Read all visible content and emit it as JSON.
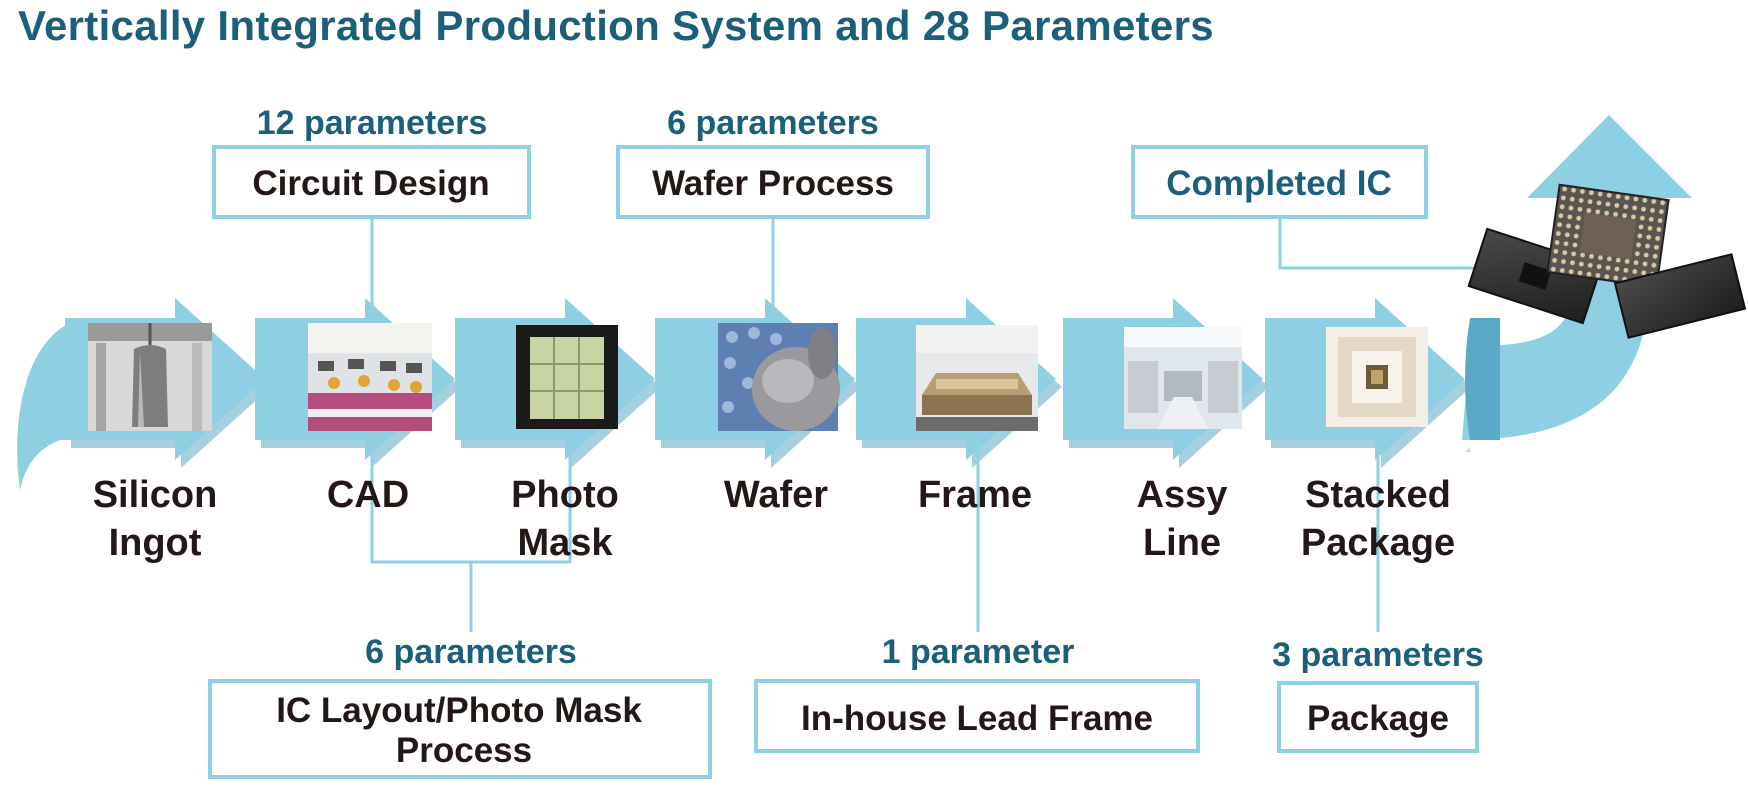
{
  "title": "Vertically Integrated Production System and 28 Parameters",
  "colors": {
    "arrow": "#8ecfe3",
    "arrow_shadow": "#5aa9c6",
    "box_border": "#8fd0e4",
    "title_text": "#1b5f7a",
    "body_text": "#231815"
  },
  "top_groups": [
    {
      "params": "12 parameters",
      "box": "Circuit Design"
    },
    {
      "params": "6 parameters",
      "box": "Wafer Process"
    },
    {
      "box": "Completed IC"
    }
  ],
  "steps": [
    {
      "line1": "Silicon",
      "line2": "Ingot",
      "image": "silicon-ingot-photo"
    },
    {
      "line1": "CAD",
      "line2": "",
      "image": "cad-office-photo"
    },
    {
      "line1": "Photo",
      "line2": "Mask",
      "image": "photo-mask-photo"
    },
    {
      "line1": "Wafer",
      "line2": "",
      "image": "wafer-photo"
    },
    {
      "line1": "Frame",
      "line2": "",
      "image": "lead-frame-photo"
    },
    {
      "line1": "Assy",
      "line2": "Line",
      "image": "assembly-line-photo"
    },
    {
      "line1": "Stacked",
      "line2": "Package",
      "image": "stacked-package-photo"
    }
  ],
  "bottom_groups": [
    {
      "params": "6 parameters",
      "box_line1": "IC Layout/Photo Mask",
      "box_line2": "Process"
    },
    {
      "params": "1 parameter",
      "box_line1": "In-house Lead Frame"
    },
    {
      "params": "3 parameters",
      "box_line1": "Package"
    }
  ],
  "completed_ic_image": "completed-ic-chips"
}
